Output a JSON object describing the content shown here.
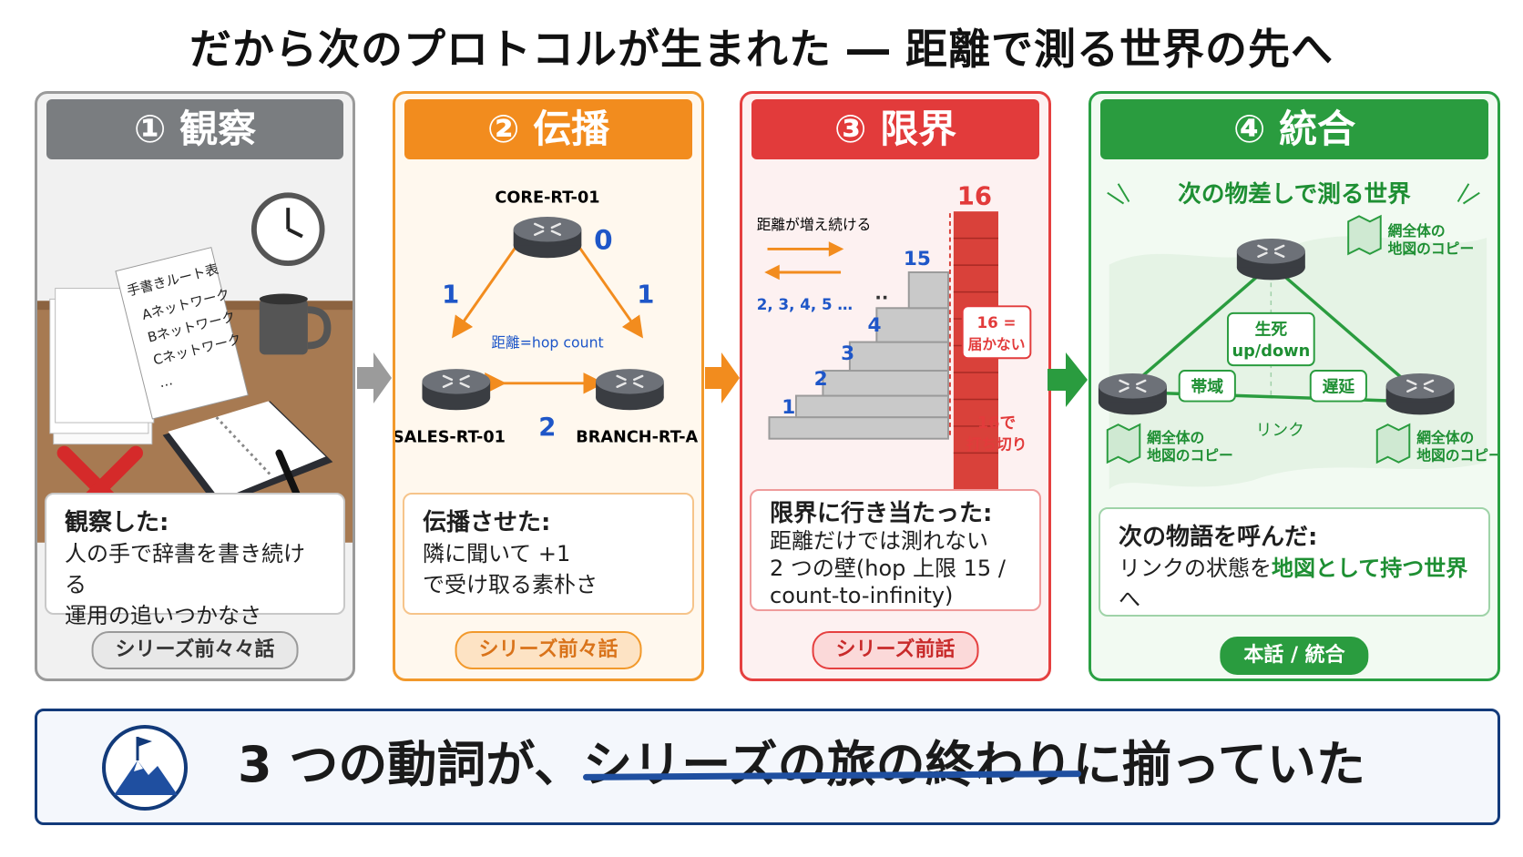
{
  "title": "だから次のプロトコルが生まれた ― 距離で測る世界の先へ",
  "panels": [
    {
      "header": "① 観察",
      "illus": {
        "note_title": "手書きルート表",
        "note_lines": [
          "Aネットワーク",
          "Bネットワーク",
          "Cネットワーク",
          "…"
        ]
      },
      "desc_head": "観察した:",
      "desc_lines": [
        "人の手で辞書を書き続ける",
        "運用の追いつかなさ"
      ],
      "badge": "シリーズ前々々話"
    },
    {
      "header": "② 伝播",
      "routers": {
        "top": "CORE-RT-01",
        "left": "SALES-RT-01",
        "right": "BRANCH-RT-A"
      },
      "metrics": {
        "top": "0",
        "left_edge": "1",
        "right_edge": "1",
        "bottom_edge": "2"
      },
      "center_label": "距離=hop count",
      "desc_head": "伝播させた:",
      "desc_lines": [
        "隣に聞いて +1",
        "で受け取る素朴さ"
      ],
      "badge": "シリーズ前々話"
    },
    {
      "header": "③ 限界",
      "caption": "距離が増え続ける",
      "sequence": "2, 3, 4, 5 …",
      "steps": [
        "1",
        "2",
        "3",
        "4",
        "..",
        "15"
      ],
      "wall_value": "16",
      "wall_note_1": "16 =",
      "wall_note_2": "届かない",
      "cut_note_1": "16で",
      "cut_note_2": "打ち切り",
      "desc_head": "限界に行き当たった:",
      "desc_lines": [
        "距離だけでは測れない",
        "2 つの壁(hop 上限 15 /",
        "count-to-infinity)"
      ],
      "badge": "シリーズ前話"
    },
    {
      "header": "④ 統合",
      "subtitle": "次の物差しで測る世界",
      "map_copy_1": "網全体の",
      "map_copy_2": "地図のコピー",
      "tags": {
        "life": "生死",
        "updown": "up/down",
        "bandwidth": "帯域",
        "delay": "遅延",
        "link": "リンク"
      },
      "desc_head": "次の物語を呼んだ:",
      "desc_pre": "リンクの状態を",
      "desc_em": "地図として持つ世界",
      "desc_post": "へ",
      "badge": "本話 / 統合"
    }
  ],
  "banner": {
    "part1": "3 つの動詞が、",
    "part2": "シリーズの旅の終わり",
    "part3": "に揃っていた"
  },
  "colors": {
    "gray": "#7a7d80",
    "orange": "#f28c1e",
    "red": "#e23b3b",
    "green": "#2a9c3f",
    "navy": "#123a7a"
  }
}
